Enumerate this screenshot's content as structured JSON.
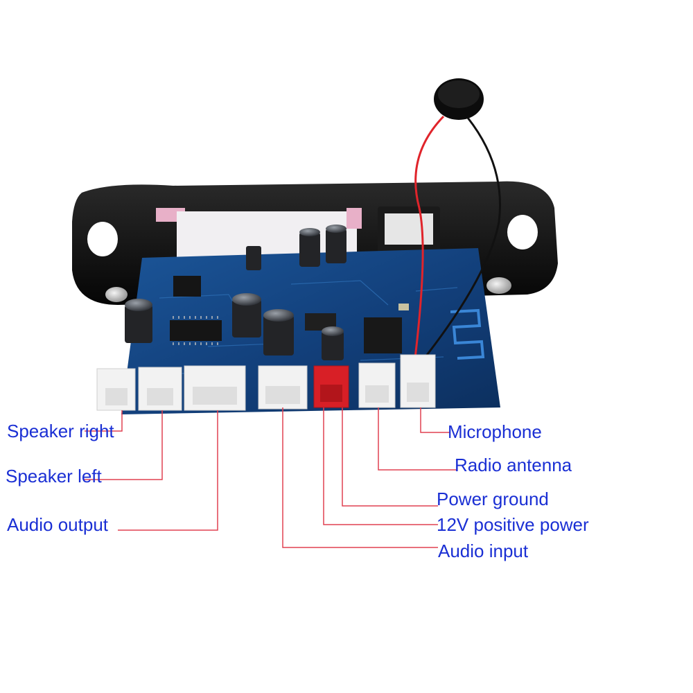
{
  "labels": {
    "speaker_right": "Speaker right",
    "speaker_left": "Speaker left",
    "audio_output": "Audio output",
    "microphone": "Microphone",
    "radio_antenna": "Radio antenna",
    "power_ground": "Power ground",
    "positive_power": "12V positive power",
    "audio_input": "Audio input"
  },
  "colors": {
    "label_text": "#1a2fd4",
    "leader_line": "#e04050",
    "pcb": "#123f7a",
    "bezel": "#0d0d0d",
    "connector_white": "#f2f2f2",
    "connector_red": "#d81f26"
  }
}
